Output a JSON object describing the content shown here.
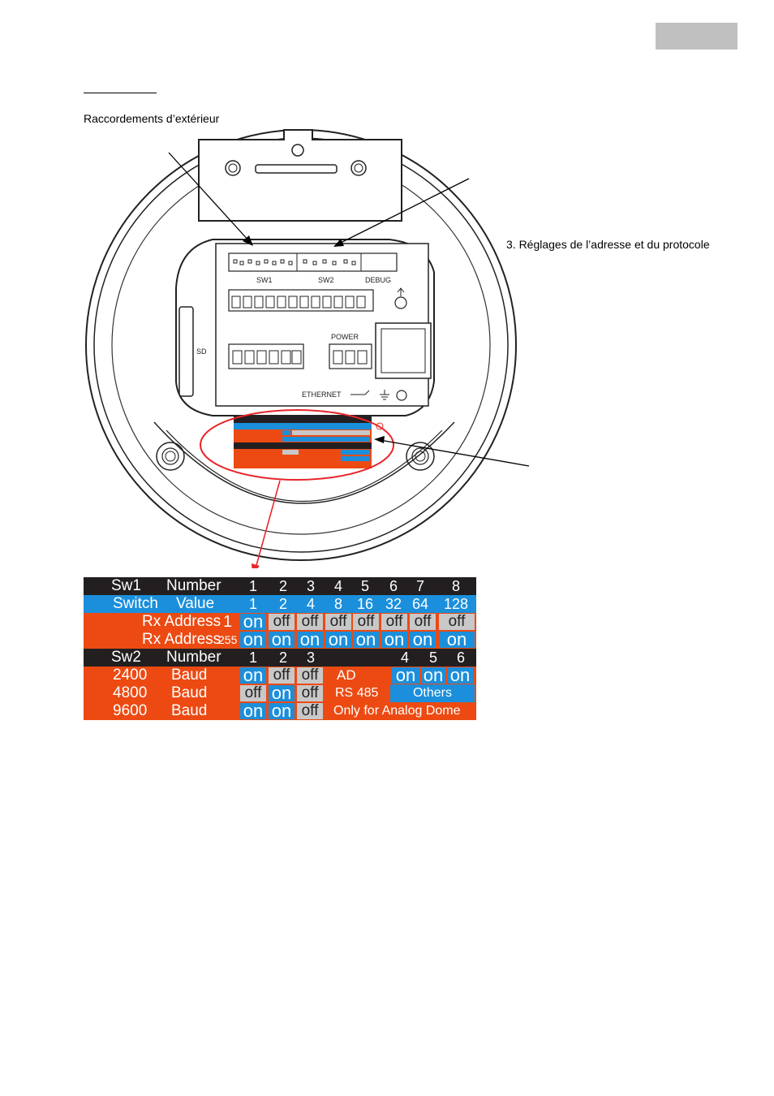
{
  "header": {
    "caption": "Raccordements d’extérieur"
  },
  "callout": {
    "label": "3. Réglages de l’adresse et du protocole"
  },
  "device": {
    "sw1": "SW1",
    "sw2": "SW2",
    "debug": "DEBUG",
    "power": "POWER",
    "sd": "SD",
    "ethernet": "ETHERNET"
  },
  "table": {
    "sw1_row": {
      "name": "Sw1",
      "label": "Number",
      "numbers": [
        "1",
        "2",
        "3",
        "4",
        "5",
        "6",
        "7",
        "8"
      ]
    },
    "value_row": {
      "name": "Switch",
      "label": "Value",
      "values": [
        "1",
        "2",
        "4",
        "8",
        "16",
        "32",
        "64",
        "128"
      ]
    },
    "addr1_row": {
      "label": "Rx Address",
      "value": "1",
      "states": [
        "on",
        "off",
        "off",
        "off",
        "off",
        "off",
        "off",
        "off"
      ]
    },
    "addr255_row": {
      "label": "Rx Address",
      "value": "255",
      "states": [
        "on",
        "on",
        "on",
        "on",
        "on",
        "on",
        "on",
        "on"
      ]
    },
    "sw2_row": {
      "name": "Sw2",
      "label": "Number",
      "numbers_a": [
        "1",
        "2",
        "3"
      ],
      "numbers_b": [
        "4",
        "5",
        "6"
      ]
    },
    "baud_rows": [
      {
        "rate": "2400",
        "unit": "Baud",
        "states": [
          "on",
          "off",
          "off"
        ],
        "note": "AD",
        "states_b": [
          "on",
          "on",
          "on"
        ]
      },
      {
        "rate": "4800",
        "unit": "Baud",
        "states": [
          "off",
          "on",
          "off"
        ],
        "note": "RS 485",
        "note_b": "Others"
      },
      {
        "rate": "9600",
        "unit": "Baud",
        "states": [
          "on",
          "on",
          "off"
        ],
        "note": "Only for Analog Dome"
      }
    ]
  },
  "colors": {
    "black": "#231f20",
    "blue": "#1b8fdb",
    "orange": "#ec4a12",
    "grey": "#c8c8c8",
    "red": "#e8262b"
  }
}
